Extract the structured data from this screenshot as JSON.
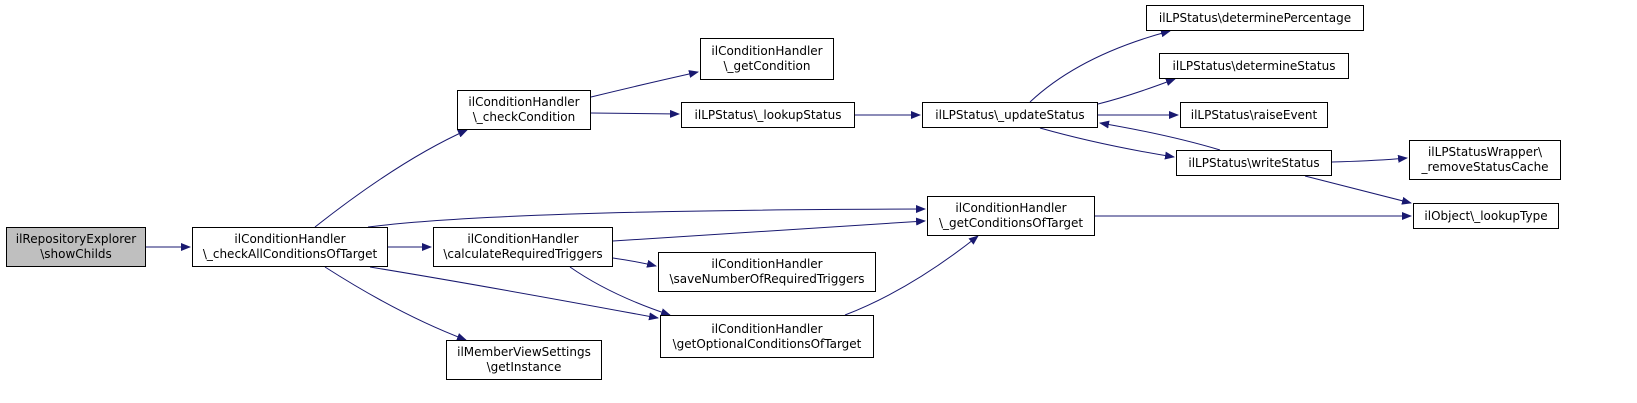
{
  "colors": {
    "edge": "#191970",
    "node_border": "#000000",
    "root_fill": "#bfbfbf",
    "node_fill": "#ffffff"
  },
  "nodes": {
    "n1": {
      "lines": [
        "ilRepositoryExplorer",
        "\\showChilds"
      ]
    },
    "n2": {
      "lines": [
        "ilConditionHandler",
        "\\_checkAllConditionsOfTarget"
      ]
    },
    "n3": {
      "lines": [
        "ilConditionHandler",
        "\\_checkCondition"
      ]
    },
    "n4": {
      "lines": [
        "ilConditionHandler",
        "\\calculateRequiredTriggers"
      ]
    },
    "n5": {
      "lines": [
        "ilConditionHandler",
        "\\getOptionalConditionsOfTarget"
      ]
    },
    "n6": {
      "lines": [
        "ilMemberViewSettings",
        "\\getInstance"
      ]
    },
    "n7": {
      "lines": [
        "ilConditionHandler",
        "\\_getCondition"
      ]
    },
    "n8": {
      "lines": [
        "ilLPStatus\\_lookupStatus"
      ]
    },
    "n9": {
      "lines": [
        "ilConditionHandler",
        "\\saveNumberOfRequiredTriggers"
      ]
    },
    "n10": {
      "lines": [
        "ilConditionHandler",
        "\\_getConditionsOfTarget"
      ]
    },
    "n11": {
      "lines": [
        "ilLPStatus\\_updateStatus"
      ]
    },
    "n12": {
      "lines": [
        "ilLPStatus\\determinePercentage"
      ]
    },
    "n13": {
      "lines": [
        "ilLPStatus\\determineStatus"
      ]
    },
    "n14": {
      "lines": [
        "ilLPStatus\\raiseEvent"
      ]
    },
    "n15": {
      "lines": [
        "ilLPStatus\\writeStatus"
      ]
    },
    "n16": {
      "lines": [
        "ilLPStatusWrapper\\",
        "_removeStatusCache"
      ]
    },
    "n17": {
      "lines": [
        "ilObject\\_lookupType"
      ]
    }
  },
  "edges": [
    [
      "n1",
      "n2"
    ],
    [
      "n2",
      "n3"
    ],
    [
      "n2",
      "n10"
    ],
    [
      "n2",
      "n4"
    ],
    [
      "n2",
      "n5"
    ],
    [
      "n2",
      "n6"
    ],
    [
      "n3",
      "n7"
    ],
    [
      "n3",
      "n8"
    ],
    [
      "n8",
      "n11"
    ],
    [
      "n11",
      "n12"
    ],
    [
      "n11",
      "n13"
    ],
    [
      "n11",
      "n14"
    ],
    [
      "n11",
      "n15"
    ],
    [
      "n15",
      "n11"
    ],
    [
      "n15",
      "n16"
    ],
    [
      "n15",
      "n17"
    ],
    [
      "n10",
      "n17"
    ],
    [
      "n4",
      "n10"
    ],
    [
      "n4",
      "n9"
    ],
    [
      "n4",
      "n5"
    ],
    [
      "n5",
      "n10"
    ]
  ]
}
